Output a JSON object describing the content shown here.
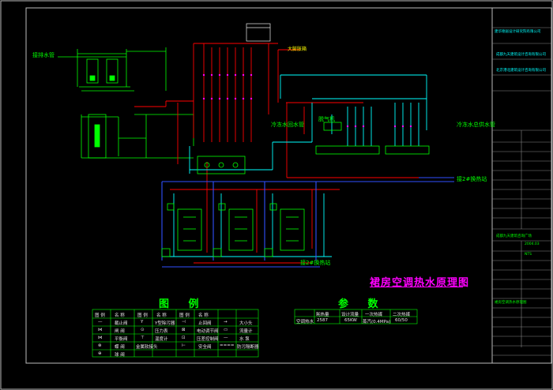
{
  "drawing": {
    "title": "裙房空调热水原理图",
    "legend_heading": "图  例",
    "params_heading": "参  数"
  },
  "labels": {
    "drain_pipe": "接排水管",
    "expansion_tank": "大膨胀箱",
    "chilled_return": "冷冻水回水管",
    "deaerator": "脱气机",
    "chilled_supply": "冷冻水总供水管",
    "to_heat_station_top": "接2#换热站",
    "to_heat_station_bottom": "接2#换热站"
  },
  "legend": {
    "headers": [
      "图 例",
      "名 称",
      "图 例",
      "名 称",
      "图 例",
      "名 称"
    ],
    "rows": [
      [
        "—",
        "截止阀",
        "Y",
        "Y型除污器",
        "⊣",
        "止回阀",
        "→",
        "大小头"
      ],
      [
        "⋈",
        "闸 阀",
        "⊙",
        "压力表",
        "⊠",
        "电动调节阀",
        "▭",
        "流量计"
      ],
      [
        "⋈",
        "平衡阀",
        "⊤",
        "温度计",
        "⊡",
        "压差控制阀",
        "—",
        "水 泵"
      ],
      [
        "⊗",
        "蝶 阀",
        "",
        "金属软接头",
        "⊢",
        "安全阀",
        "====",
        "防污隔断器"
      ],
      [
        "⊕",
        "球 阀",
        "",
        "",
        "",
        "",
        "",
        ""
      ]
    ]
  },
  "params": {
    "headers": [
      "",
      "耗热量",
      "设计流量",
      "一次热媒",
      "二次热媒"
    ],
    "row": [
      "空调热水",
      "2587",
      "65KW",
      "蒸汽(0.4MPa)",
      "60/50"
    ]
  },
  "title_block": {
    "firm1": "建华德居设计研究院有限公司",
    "firm2": "成都九天建筑设计咨询有限公司",
    "firm3": "北京港北建筑设计咨询有限公司",
    "project": "成都九天建筑咨询广场",
    "drawing_name": "裙房空调热水原理图",
    "date": "2004.03",
    "scale": "NTS"
  },
  "colors": {
    "background": "#000000",
    "supply": "#ff0000",
    "return": "#00ffff",
    "primary": "#0000ff",
    "equipment": "#00ff00",
    "frame": "#ffffff",
    "title": "#ff00ff"
  }
}
